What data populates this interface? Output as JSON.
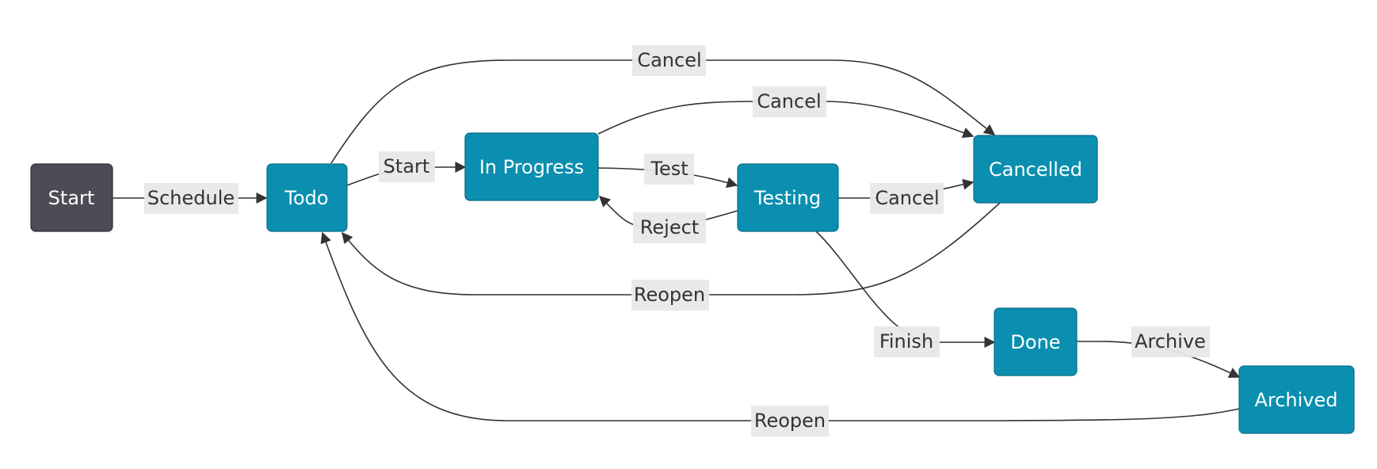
{
  "diagram": {
    "type": "state-flowchart",
    "colors": {
      "start_node_fill": "#4b4c55",
      "start_node_stroke": "#2e2f36",
      "state_node_fill": "#0a8fb0",
      "state_node_stroke": "#0a6d86",
      "edge": "#333333",
      "label_background": "#e8e8e8"
    },
    "nodes": {
      "start": "Start",
      "todo": "Todo",
      "in_progress": "In Progress",
      "testing": "Testing",
      "cancelled": "Cancelled",
      "done": "Done",
      "archived": "Archived"
    },
    "edges": [
      {
        "from": "Start",
        "to": "Todo",
        "label": "Schedule"
      },
      {
        "from": "Todo",
        "to": "In Progress",
        "label": "Start"
      },
      {
        "from": "Todo",
        "to": "Cancelled",
        "label": "Cancel"
      },
      {
        "from": "In Progress",
        "to": "Testing",
        "label": "Test"
      },
      {
        "from": "In Progress",
        "to": "Cancelled",
        "label": "Cancel"
      },
      {
        "from": "Testing",
        "to": "In Progress",
        "label": "Reject"
      },
      {
        "from": "Testing",
        "to": "Cancelled",
        "label": "Cancel"
      },
      {
        "from": "Cancelled",
        "to": "Todo",
        "label": "Reopen"
      },
      {
        "from": "Testing",
        "to": "Done",
        "label": "Finish"
      },
      {
        "from": "Done",
        "to": "Archived",
        "label": "Archive"
      },
      {
        "from": "Archived",
        "to": "Todo",
        "label": "Reopen"
      }
    ]
  }
}
